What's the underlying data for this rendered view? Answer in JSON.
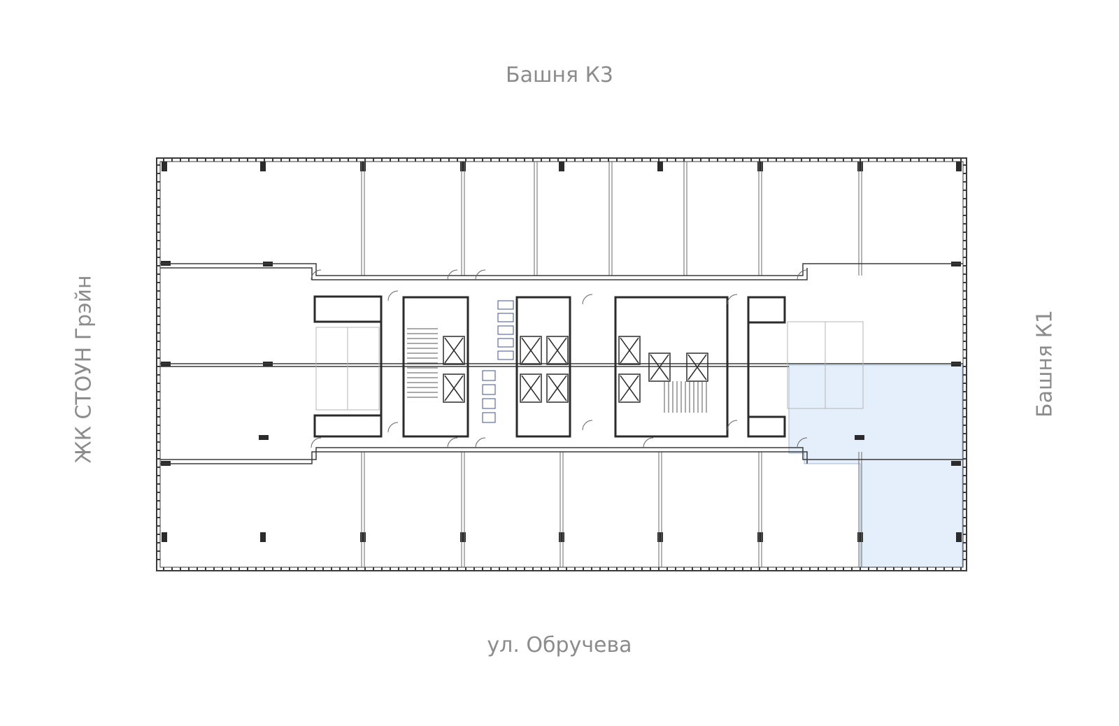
{
  "labels": {
    "top": "Башня К3",
    "bottom": "ул. Обручева",
    "left": "ЖК СТОУН Грэйн",
    "right": "Башня К1"
  },
  "colors": {
    "wall": "#3a3a3a",
    "column": "#2b2b2b",
    "thin_line": "#b5b5b5",
    "highlight_fill": "#e5effc",
    "highlight_stroke": "#9db8dd",
    "label": "#8c8c8c",
    "fixture_line": "#3e4f9a"
  },
  "plan": {
    "highlighted_unit": true
  }
}
